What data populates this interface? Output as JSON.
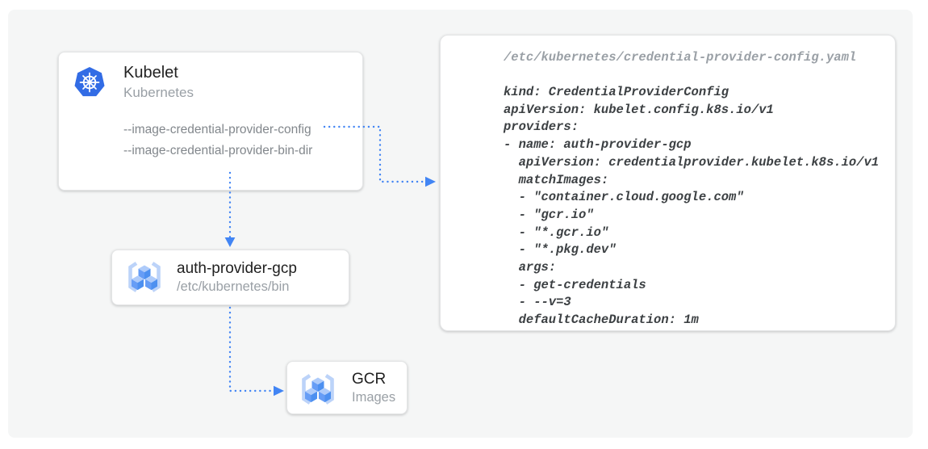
{
  "page": {
    "background": "#ffffff",
    "panel_background": "#f5f6f6"
  },
  "colors": {
    "arrow_blue": "#4285f4",
    "kubernetes_logo_blue": "#326ce5",
    "gcr_bracket_blue": "#bcd3f9",
    "gcr_cube_top": "#aecbfa",
    "gcr_cube_left": "#669df6",
    "gcr_cube_right": "#4d90f0",
    "card_background": "#ffffff",
    "card_border": "#e4e5e6",
    "title_text": "#212121",
    "subtitle_text": "#9aa0a6",
    "flag_text": "#82878c",
    "code_text": "#3c4043",
    "code_comment_text": "#9aa0a6"
  },
  "nodes": {
    "kubelet": {
      "title": "Kubelet",
      "subtitle": "Kubernetes",
      "icon": "kubernetes-icon",
      "flags": [
        "--image-credential-provider-config",
        "--image-credential-provider-bin-dir"
      ]
    },
    "auth_provider": {
      "title": "auth-provider-gcp",
      "subtitle": "/etc/kubernetes/bin",
      "icon": "gcr-icon"
    },
    "gcr": {
      "title": "GCR",
      "subtitle": "Images",
      "icon": "gcr-icon"
    }
  },
  "config_file": {
    "path_comment": "/etc/kubernetes/credential-provider-config.yaml",
    "yaml_lines": [
      "kind: CredentialProviderConfig",
      "apiVersion: kubelet.config.k8s.io/v1",
      "providers:",
      "- name: auth-provider-gcp",
      "  apiVersion: credentialprovider.kubelet.k8s.io/v1",
      "  matchImages:",
      "  - \"container.cloud.google.com\"",
      "  - \"gcr.io\"",
      "  - \"*.gcr.io\"",
      "  - \"*.pkg.dev\"",
      "  args:",
      "  - get-credentials",
      "  - --v=3",
      "  defaultCacheDuration: 1m"
    ]
  },
  "edges": [
    {
      "from": "kubelet --image-credential-provider-config flag",
      "to": "credential-provider-config yaml file",
      "style": "dotted blue arrow"
    },
    {
      "from": "kubelet",
      "to": "auth-provider-gcp binary",
      "style": "dotted blue arrow"
    },
    {
      "from": "auth-provider-gcp binary",
      "to": "GCR images",
      "style": "dotted blue arrow"
    }
  ]
}
